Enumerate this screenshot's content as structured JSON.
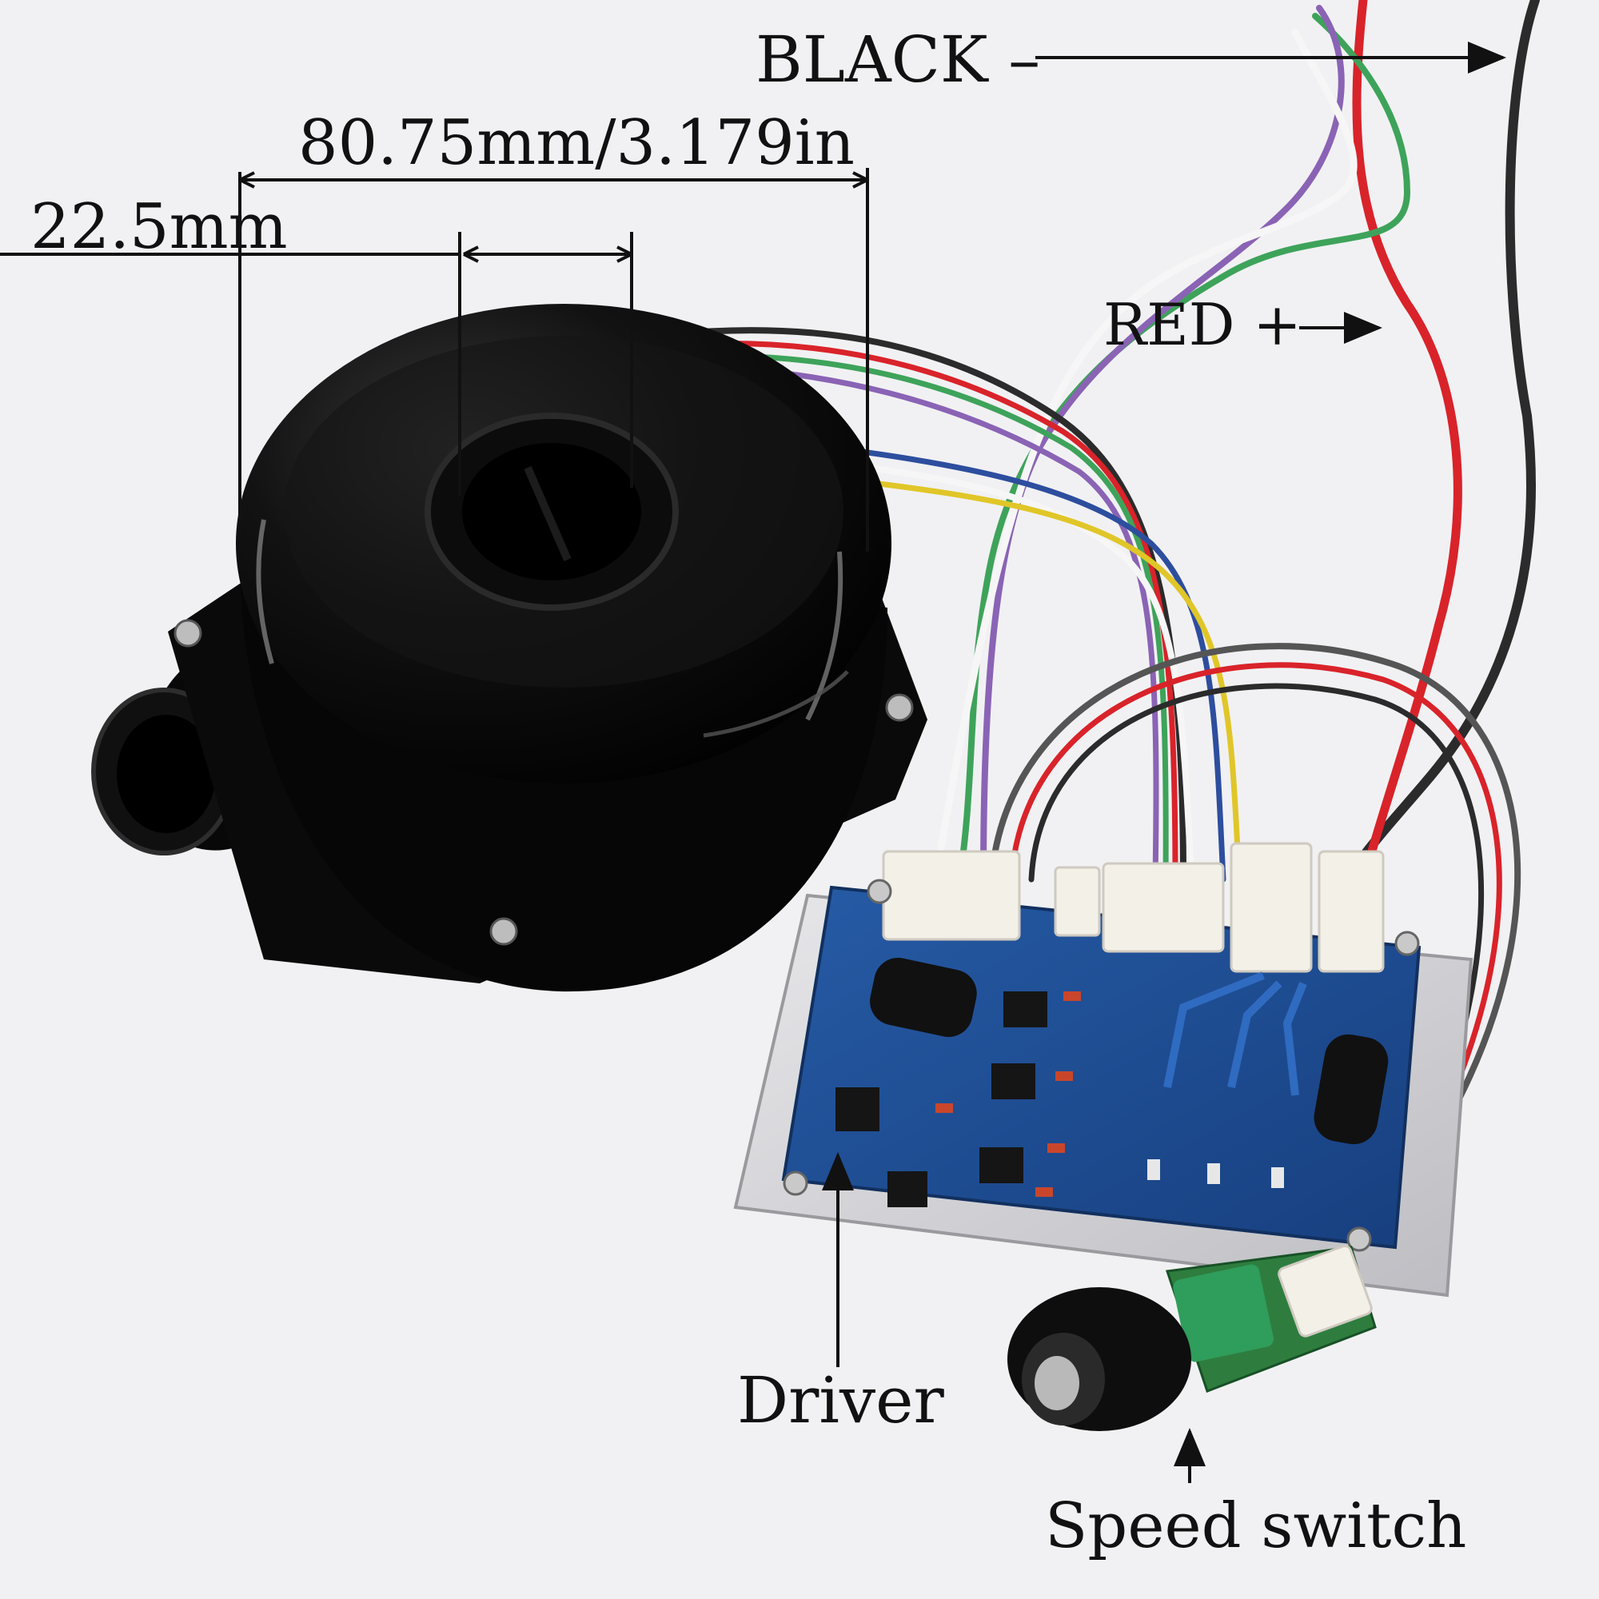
{
  "labels": {
    "black": "BLACK –",
    "dimension_width": "80.75mm/3.179in",
    "dimension_inlet": "22.5mm",
    "red": "RED +",
    "driver": "Driver",
    "speed_switch": "Speed switch"
  },
  "colors": {
    "background": "#f1f1f3",
    "wire_red": "#d9232a",
    "wire_black": "#2b2b2b",
    "wire_green": "#3ea35a",
    "wire_purple": "#8a63b5",
    "wire_white": "#f6f6f6",
    "wire_blue": "#2d4e9e",
    "wire_yellow": "#e0c628",
    "pcb_blue": "#1f4f95",
    "blower_black": "#0b0b0b"
  }
}
